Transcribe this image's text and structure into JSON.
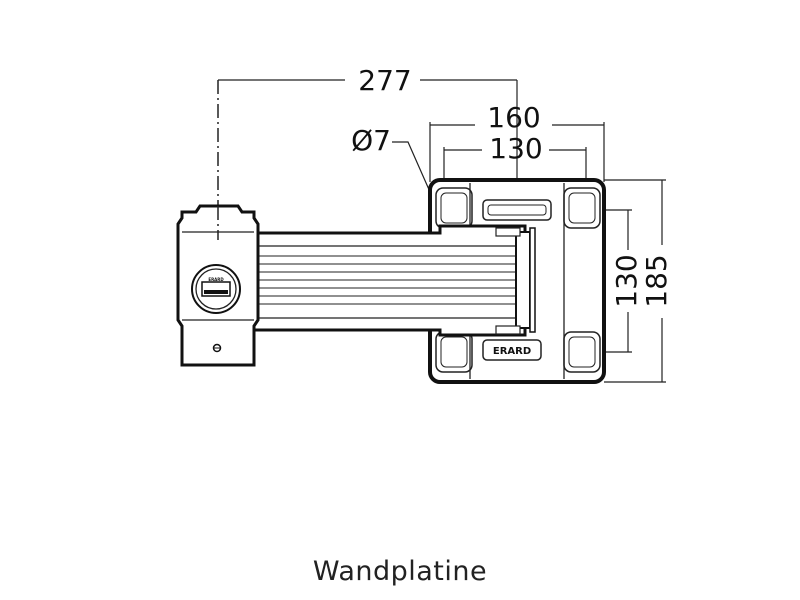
{
  "dimensions": {
    "total_length": "277",
    "plate_width_outer": "160",
    "plate_width_inner": "130",
    "hole_diameter": "Ø7",
    "plate_height_inner": "130",
    "plate_height_outer": "185"
  },
  "plate_logo": "ERARD",
  "head_logo": "ERARD",
  "caption": "Wandplatine"
}
